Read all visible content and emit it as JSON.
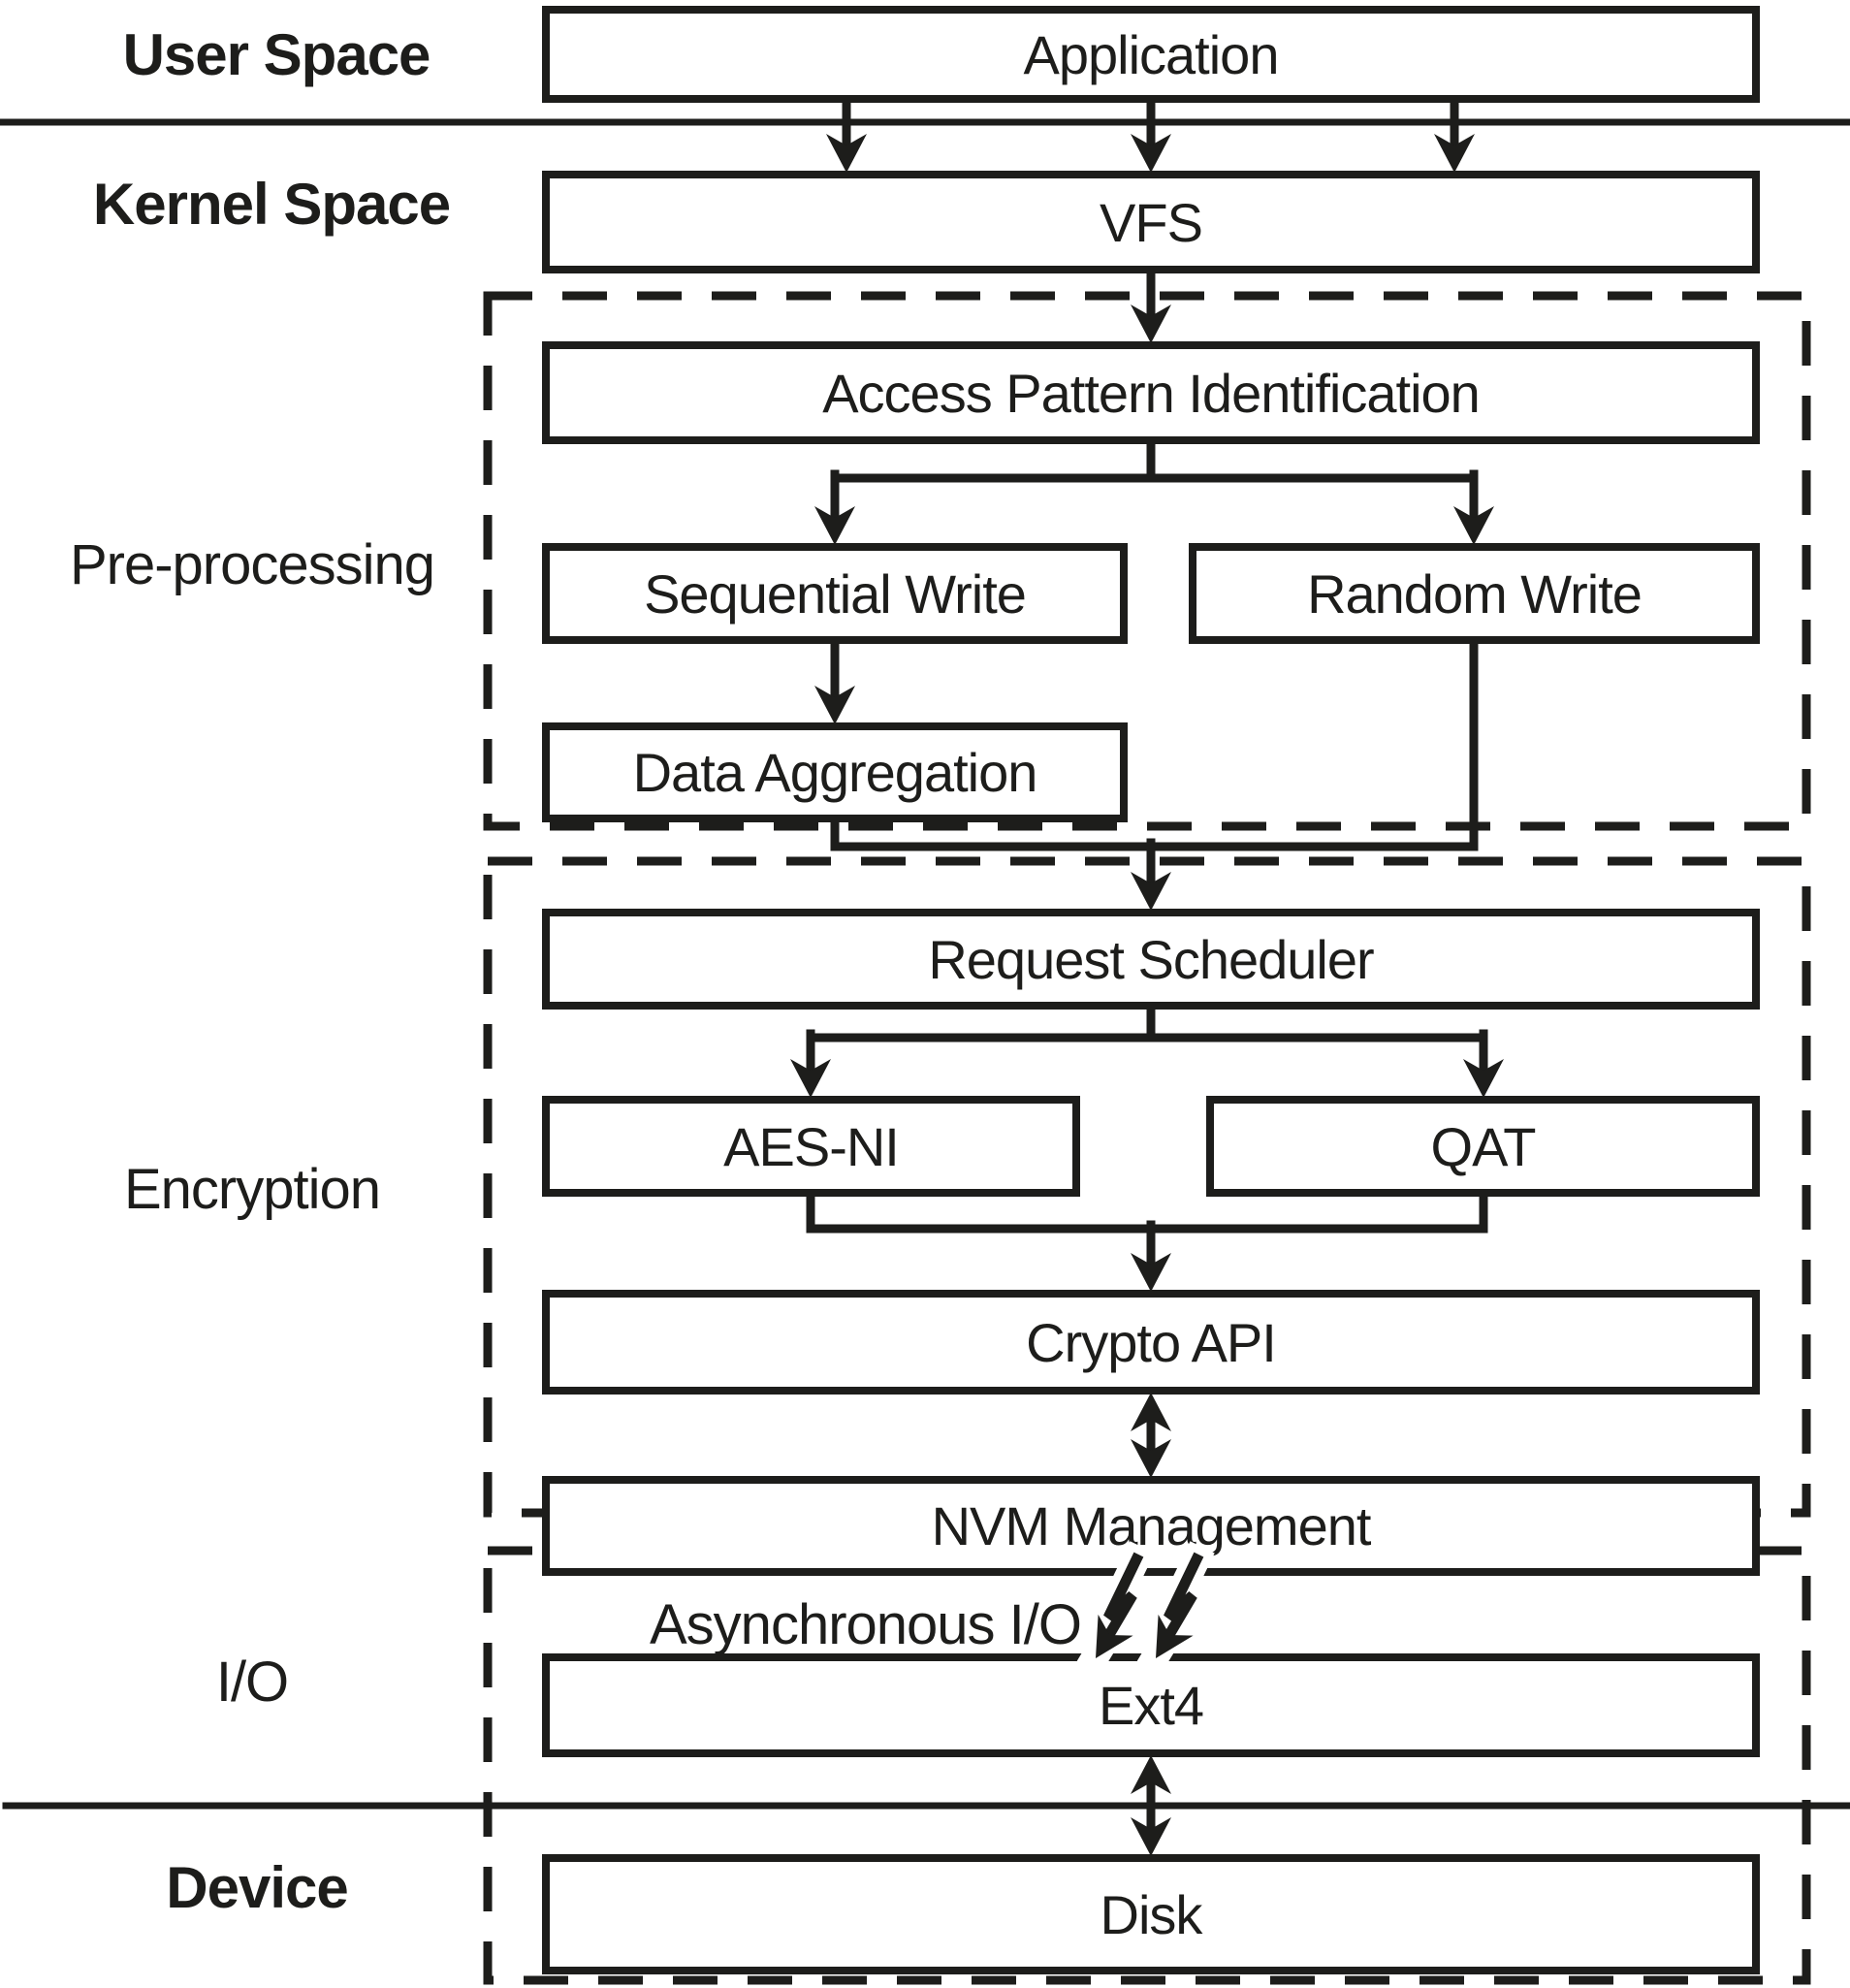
{
  "diagram": {
    "title": "Storage / encryption software stack diagram",
    "colors": {
      "ink": "#1d1d1b",
      "background": "#ffffff"
    },
    "zones": {
      "user_space": {
        "label": "User Space"
      },
      "kernel_space": {
        "label": "Kernel Space"
      },
      "pre_processing": {
        "label": "Pre-processing"
      },
      "encryption": {
        "label": "Encryption"
      },
      "io": {
        "label": "I/O"
      },
      "device": {
        "label": "Device"
      }
    },
    "nodes": {
      "application": {
        "label": "Application"
      },
      "vfs": {
        "label": "VFS"
      },
      "access_pattern": {
        "label": "Access Pattern Identification"
      },
      "sequential_write": {
        "label": "Sequential Write"
      },
      "random_write": {
        "label": "Random Write"
      },
      "data_aggregation": {
        "label": "Data Aggregation"
      },
      "request_scheduler": {
        "label": "Request Scheduler"
      },
      "aes_ni": {
        "label": "AES-NI"
      },
      "qat": {
        "label": "QAT"
      },
      "crypto_api": {
        "label": "Crypto API"
      },
      "nvm_management": {
        "label": "NVM Management"
      },
      "ext4": {
        "label": "Ext4"
      },
      "disk": {
        "label": "Disk"
      }
    },
    "annotations": {
      "async_io": {
        "label": "Asynchronous I/O"
      }
    },
    "edges": [
      "application -> vfs (x3)",
      "vfs -> access_pattern",
      "access_pattern -> sequential_write",
      "access_pattern -> random_write",
      "sequential_write -> data_aggregation",
      "data_aggregation + random_write -> request_scheduler",
      "request_scheduler -> aes_ni",
      "request_scheduler -> qat",
      "aes_ni + qat -> crypto_api",
      "crypto_api <-> nvm_management",
      "nvm_management -> ext4 (asynchronous zigzag x2)",
      "ext4 <-> disk"
    ]
  }
}
